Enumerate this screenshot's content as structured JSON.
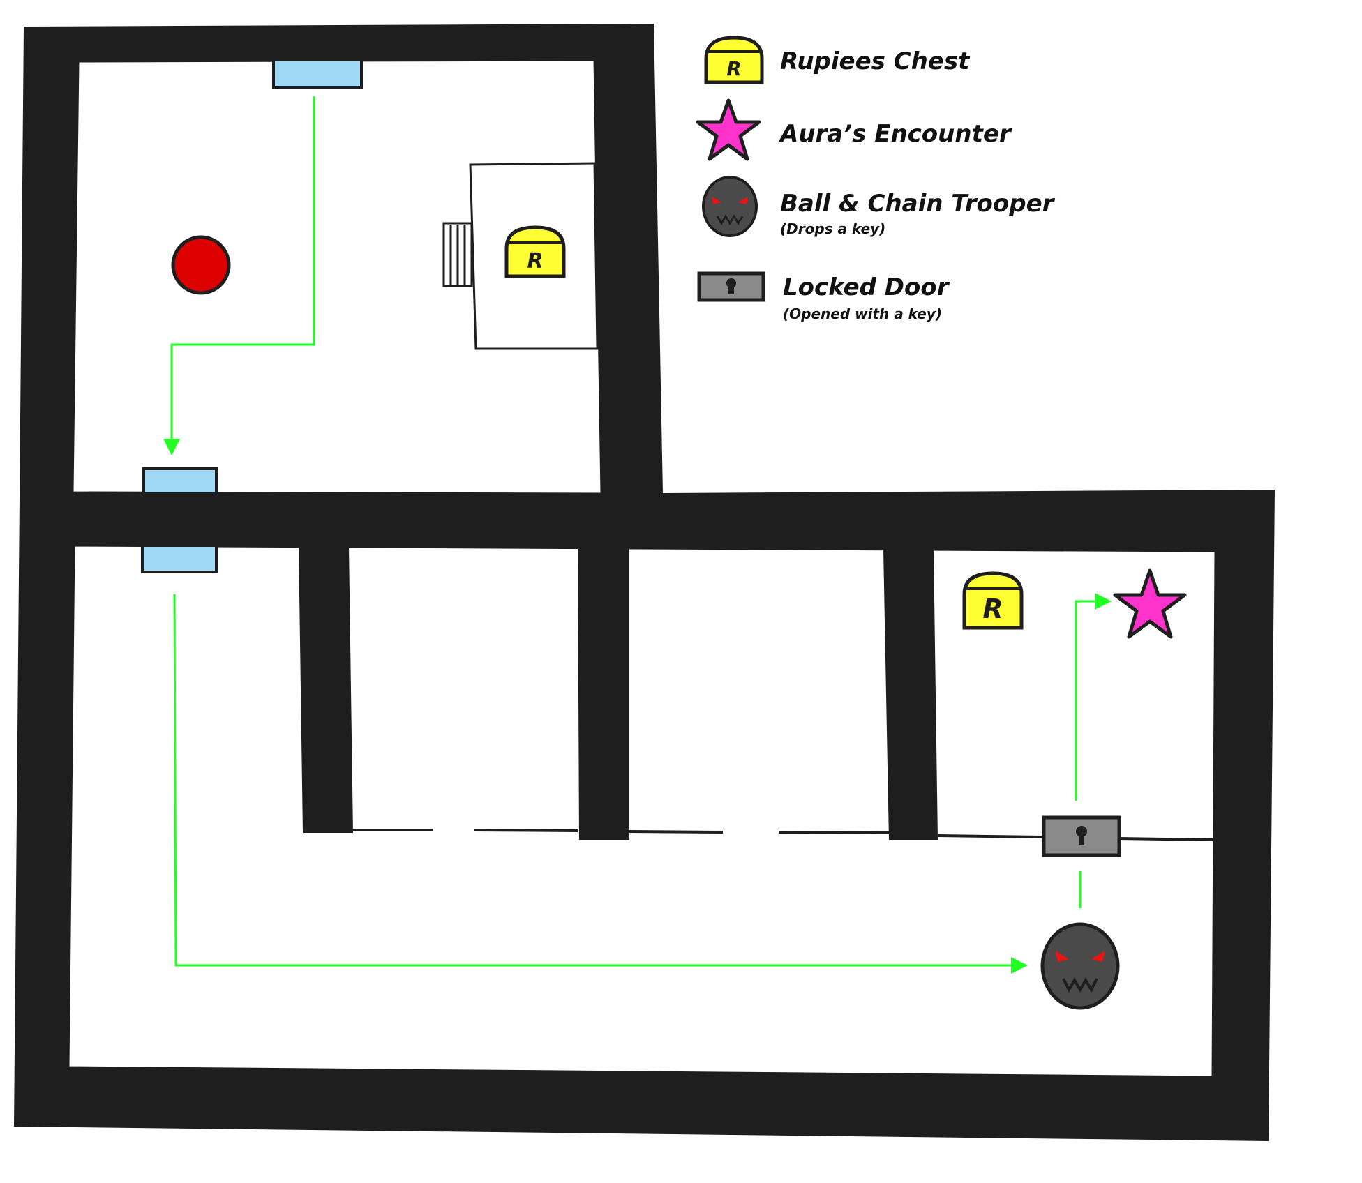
{
  "legend": {
    "chest": {
      "label": "Rupiees Chest",
      "icon": "treasure-chest-icon",
      "letter": "R"
    },
    "star": {
      "label": "Aura’s Encounter",
      "icon": "star-icon"
    },
    "trooper": {
      "label": "Ball & Chain Trooper",
      "sub": "(Drops a key)",
      "icon": "monster-face-icon"
    },
    "door": {
      "label": "Locked Door",
      "sub": "(Opened with a key)",
      "icon": "locked-door-icon"
    }
  },
  "markers": {
    "chest_letter": "R"
  },
  "colors": {
    "wall": "#1e1e1e",
    "floor": "#ffffff",
    "path": "#22ff22",
    "door_blue": "#9fd9f5",
    "chest_yellow": "#ffff33",
    "star_pink": "#ff33cc",
    "switch_red": "#dd0000",
    "monster_gray": "#4a4a4a",
    "monster_eyes": "#ee1111",
    "locked_door_gray": "#8a8a8a"
  }
}
